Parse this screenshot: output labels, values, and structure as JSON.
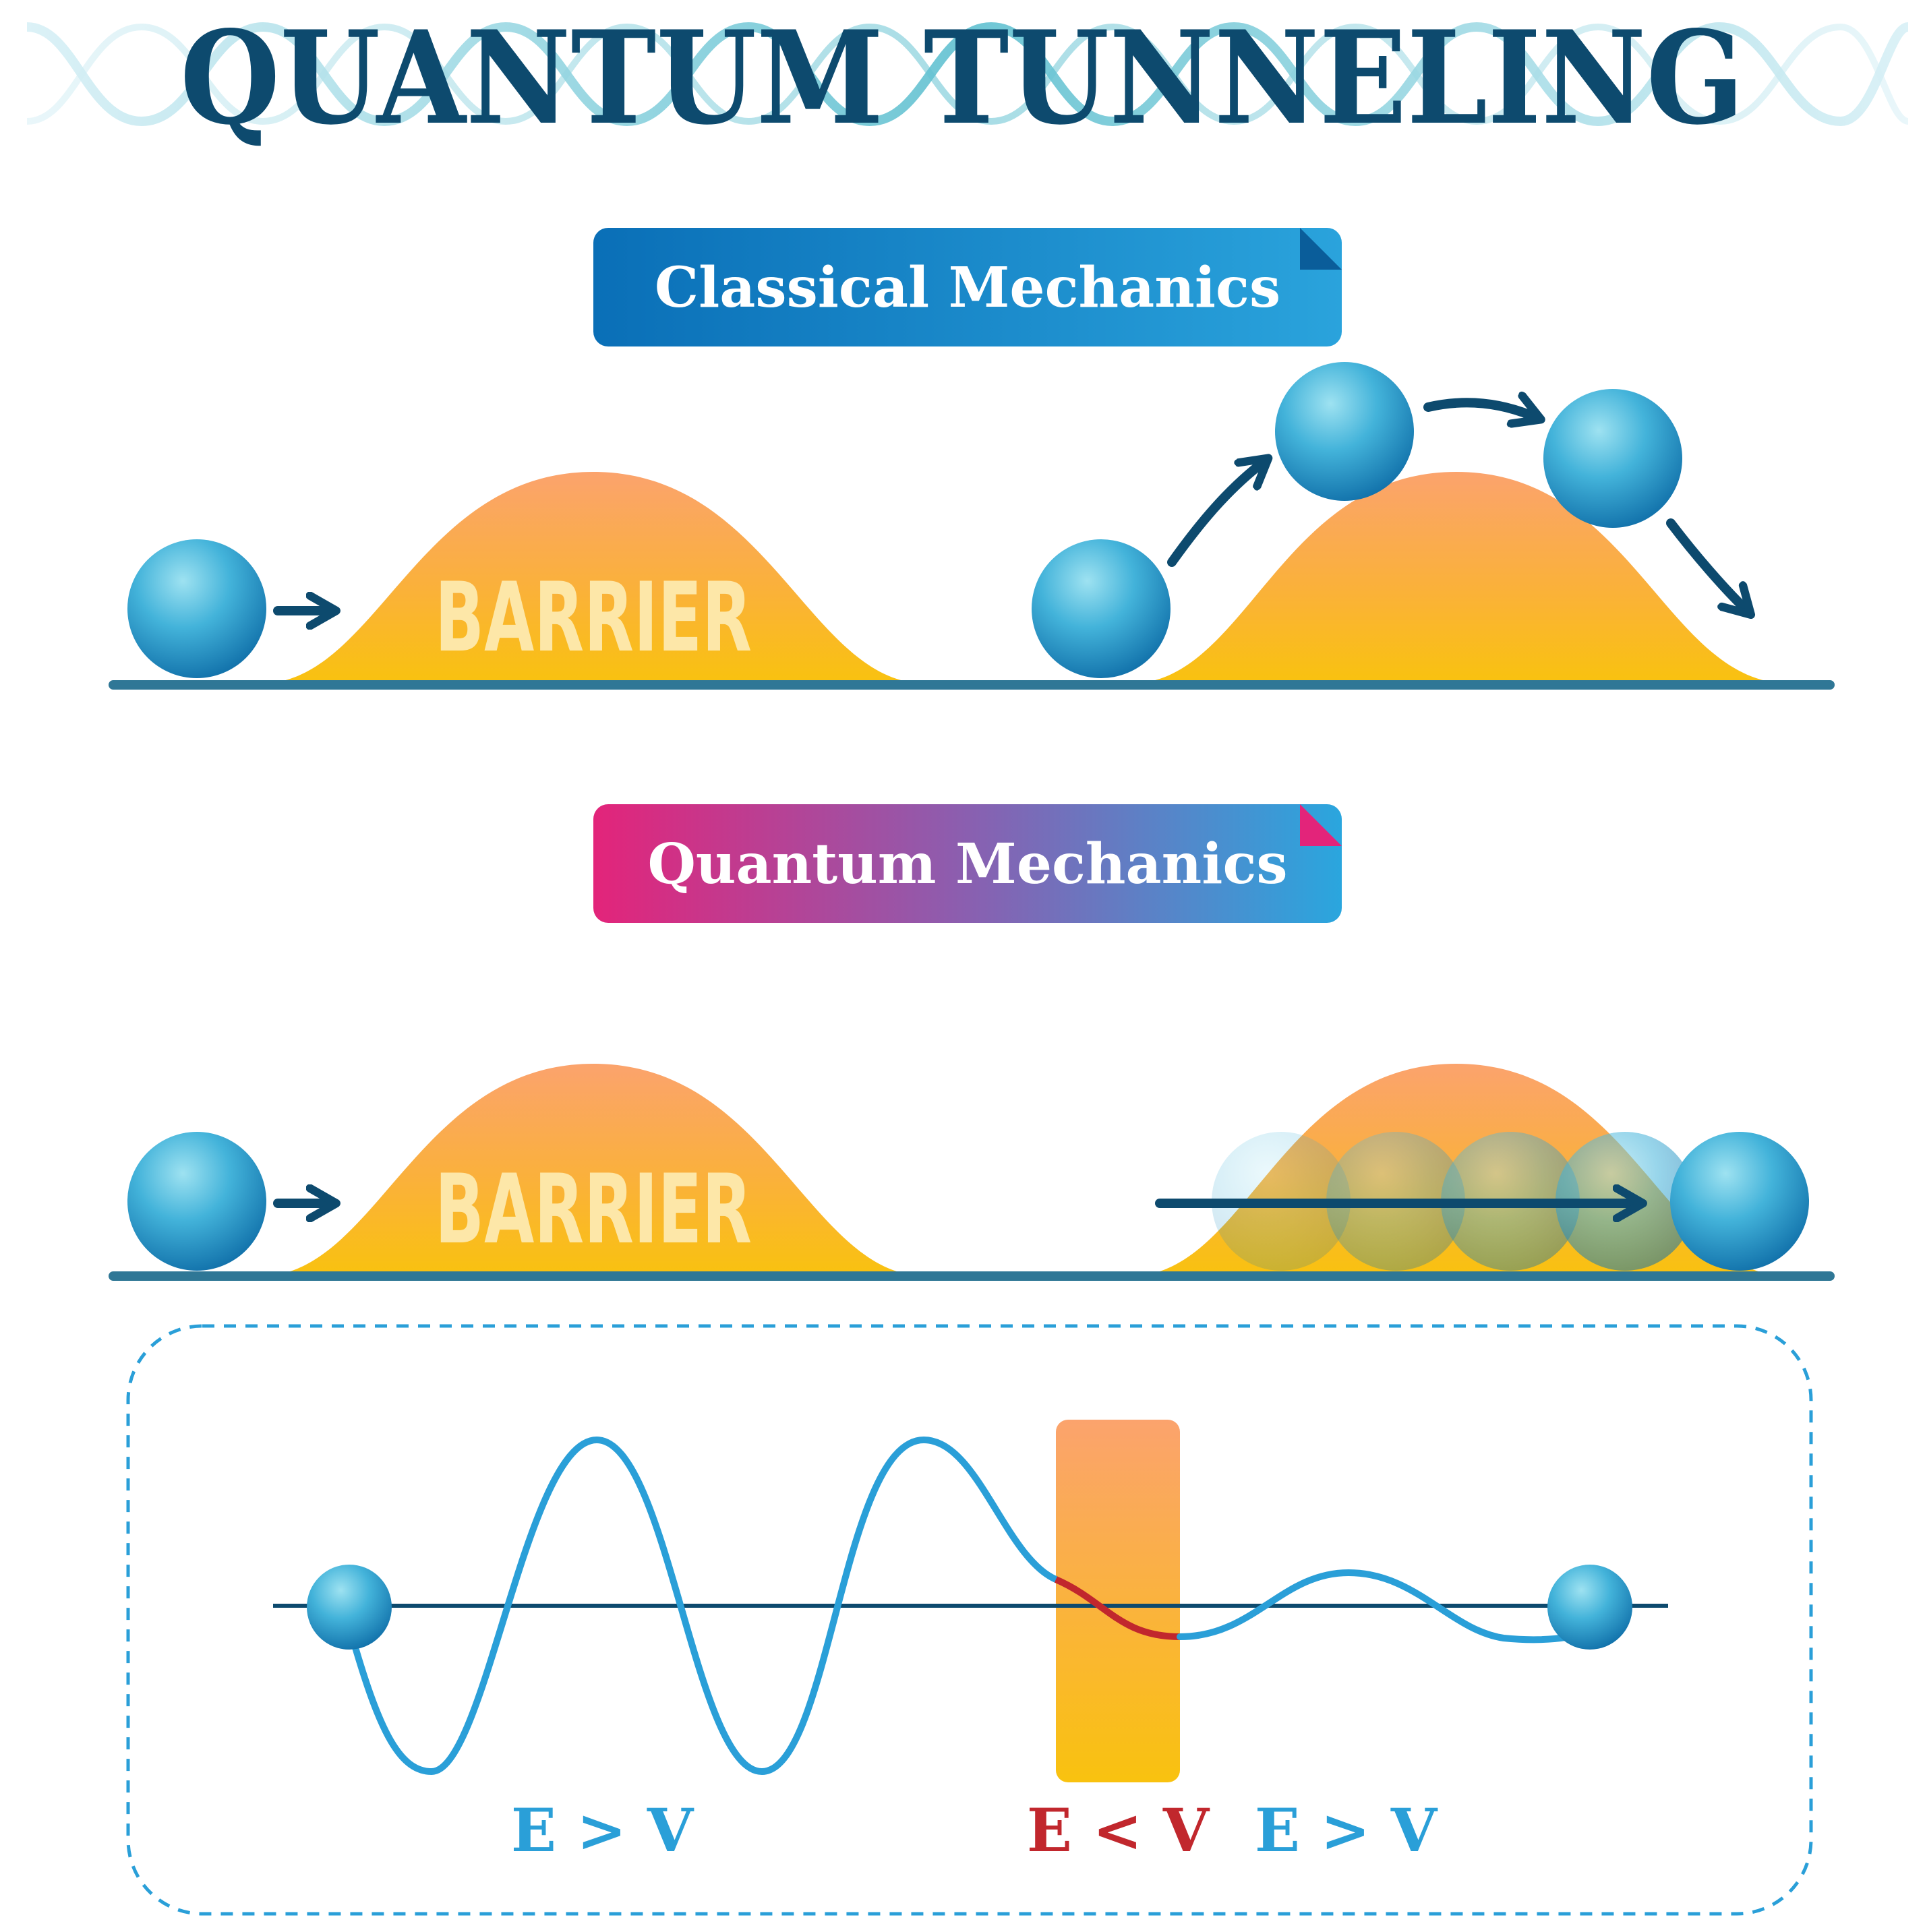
{
  "title": "QUANTUM TUNNELING",
  "classical": {
    "heading": "Classical Mechanics",
    "barrier_label": "BARRIER"
  },
  "quantum": {
    "heading": "Quantum Mechanics",
    "barrier_label": "BARRIER"
  },
  "wave_panel": {
    "labels": [
      {
        "text": "E > V",
        "color": "#2a9fd8"
      },
      {
        "text": "E < V",
        "color": "#c1272d"
      },
      {
        "text": "E > V",
        "color": "#2a9fd8"
      }
    ]
  },
  "colors": {
    "navy": "#0d4a6e",
    "wave_blue": "#2a9fd8",
    "barrier_orange": "#fba36d",
    "barrier_yellow": "#f9be1a",
    "banner_blue": "#1479bf",
    "banner_magenta": "#e3247a",
    "red": "#c1272d"
  },
  "icons": [
    "ball-icon",
    "arrow-right-icon",
    "arrow-up-right-icon",
    "arrow-down-right-icon",
    "wave-icon"
  ]
}
